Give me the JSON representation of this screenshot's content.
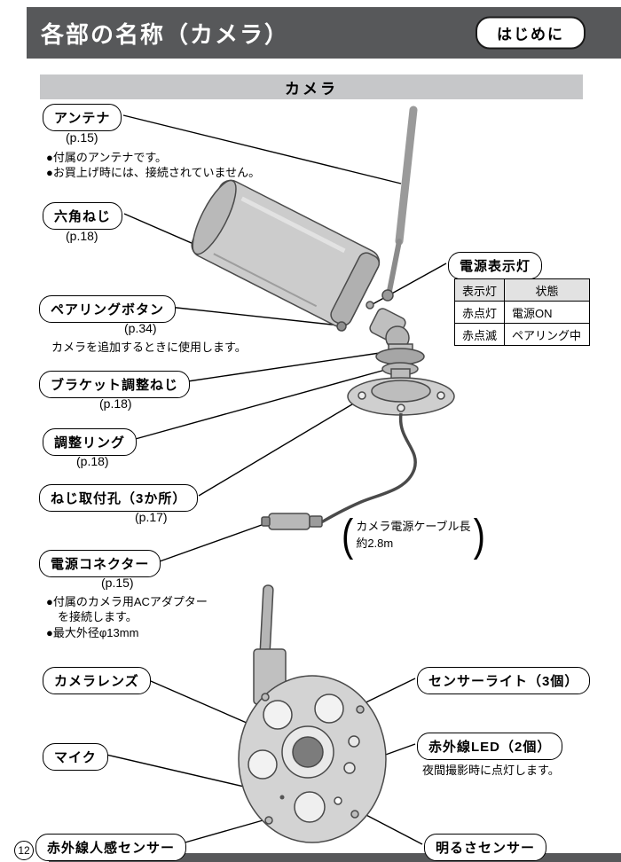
{
  "header": {
    "title": "各部の名称（カメラ）",
    "badge": "はじめに"
  },
  "section": {
    "title": "カメラ"
  },
  "labels": {
    "antenna": {
      "name": "アンテナ",
      "ref": "(p.15)",
      "note1": "●付属のアンテナです。",
      "note2": "●お買上げ時には、接続されていません。"
    },
    "hex_screw": {
      "name": "六角ねじ",
      "ref": "(p.18)"
    },
    "pairing_button": {
      "name": "ペアリングボタン",
      "ref": "(p.34)",
      "note": "カメラを追加するときに使用します。"
    },
    "bracket_screw": {
      "name": "ブラケット調整ねじ",
      "ref": "(p.18)"
    },
    "adjust_ring": {
      "name": "調整リング",
      "ref": "(p.18)"
    },
    "screw_holes": {
      "name": "ねじ取付孔（3か所）",
      "ref": "(p.17)"
    },
    "power_connector": {
      "name": "電源コネクター",
      "ref": "(p.15)",
      "note1": "●付属のカメラ用ACアダプター",
      "note2": "　を接続します。",
      "note3": "●最大外径φ13mm"
    },
    "power_indicator": {
      "name": "電源表示灯"
    },
    "camera_lens": {
      "name": "カメラレンズ"
    },
    "mic": {
      "name": "マイク"
    },
    "pir_sensor": {
      "name": "赤外線人感センサー"
    },
    "sensor_light": {
      "name": "センサーライト（3個）"
    },
    "ir_led": {
      "name": "赤外線LED（2個）",
      "note": "夜間撮影時に点灯します。"
    },
    "brightness_sensor": {
      "name": "明るさセンサー"
    }
  },
  "indicator_table": {
    "headers": [
      "表示灯",
      "状態"
    ],
    "rows": [
      [
        "赤点灯",
        "電源ON"
      ],
      [
        "赤点滅",
        "ペアリング中"
      ]
    ]
  },
  "cable_note": {
    "line1": "カメラ電源ケーブル長",
    "line2": "約2.8m"
  },
  "footer": {
    "page_number": "12"
  },
  "colors": {
    "header_bar": "#57585a",
    "section_bar": "#c6c7c9"
  }
}
